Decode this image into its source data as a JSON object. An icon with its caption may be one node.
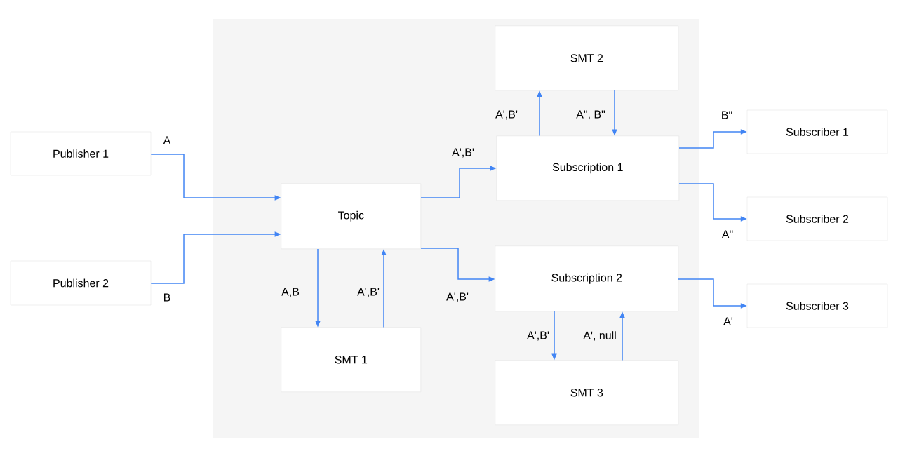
{
  "diagram": {
    "nodes": [
      {
        "text": [],
        "shape": "box"
      },
      {
        "text": [
          "Publisher 1"
        ]
      },
      {
        "text": [
          "Publisher 2"
        ]
      },
      {
        "text": [
          "Topic"
        ],
        "in": 0
      },
      {
        "text": [
          "SMT 1"
        ],
        "in": 0
      },
      {
        "text": [
          "SMT 2"
        ],
        "in": 0
      },
      {
        "text": [
          "Subscription 1"
        ],
        "in": 0
      },
      {
        "text": [
          "Subscription 2"
        ],
        "in": 0
      },
      {
        "text": [
          "SMT 3"
        ],
        "in": 0
      },
      {
        "text": [
          "Subscriber 1"
        ]
      },
      {
        "text": [
          "Subscriber 2"
        ]
      },
      {
        "text": [
          "Subscriber 3"
        ]
      }
    ],
    "edges": [
      {
        "from": 1,
        "to": 3,
        "arrow": "to",
        "label": "A"
      },
      {
        "from": 2,
        "to": 3,
        "arrow": "to",
        "label": "B"
      },
      {
        "from": 3,
        "to": 4,
        "arrow": "to",
        "label": "A,B"
      },
      {
        "from": 4,
        "to": 3,
        "arrow": "to",
        "label": "A',B'"
      },
      {
        "from": 3,
        "to": 6,
        "arrow": "to",
        "label": "A',B'"
      },
      {
        "from": 3,
        "to": 7,
        "arrow": "to",
        "label": "A',B'"
      },
      {
        "from": 6,
        "to": 5,
        "arrow": "to",
        "label": "A',B'"
      },
      {
        "from": 5,
        "to": 6,
        "arrow": "to",
        "label": "A\", B\""
      },
      {
        "from": 6,
        "to": 9,
        "arrow": "to",
        "label": "B\""
      },
      {
        "from": 6,
        "to": 10,
        "arrow": "to",
        "label": "A\""
      },
      {
        "from": 7,
        "to": 8,
        "arrow": "to",
        "label": "A',B'"
      },
      {
        "from": 8,
        "to": 7,
        "arrow": "to",
        "label": "A', null"
      },
      {
        "from": 7,
        "to": 11,
        "arrow": "to",
        "label": "A'"
      }
    ]
  }
}
